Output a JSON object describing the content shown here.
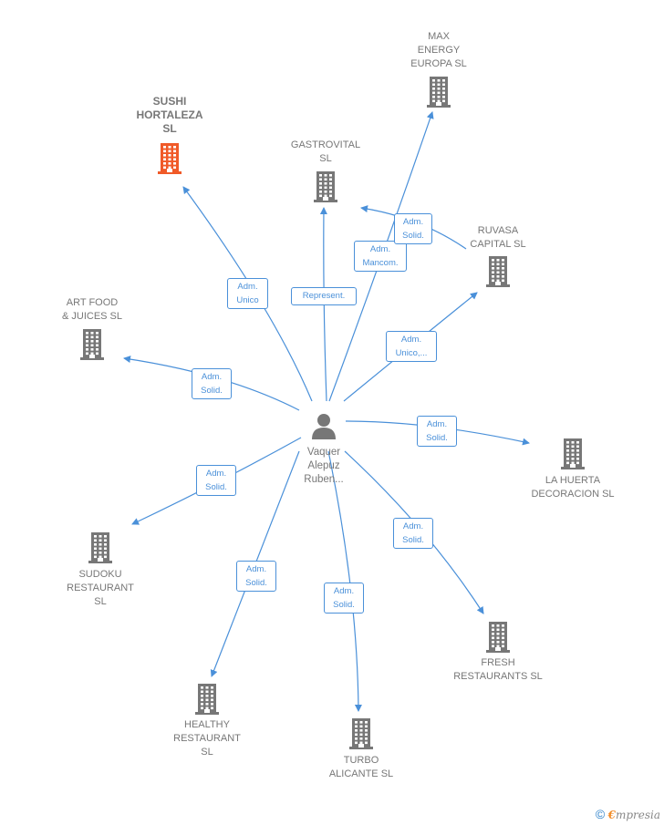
{
  "center": {
    "label": "Vaquer\nAlepuz\nRuben..."
  },
  "companies": [
    {
      "id": "sushi",
      "label": "SUSHI\nHORTALEZA\nSL",
      "highlight": true
    },
    {
      "id": "max",
      "label": "MAX\nENERGY\nEUROPA SL",
      "highlight": false
    },
    {
      "id": "gastro",
      "label": "GASTROVITAL\nSL",
      "highlight": false
    },
    {
      "id": "ruvasa",
      "label": "RUVASA\nCAPITAL  SL",
      "highlight": false
    },
    {
      "id": "artfood",
      "label": "ART FOOD\n& JUICES  SL",
      "highlight": false
    },
    {
      "id": "huerta",
      "label": "LA HUERTA\nDECORACION SL",
      "highlight": false
    },
    {
      "id": "sudoku",
      "label": "SUDOKU\nRESTAURANT\nSL",
      "highlight": false
    },
    {
      "id": "fresh",
      "label": "FRESH\nRESTAURANTS SL",
      "highlight": false
    },
    {
      "id": "healthy",
      "label": "HEALTHY\nRESTAURANT\nSL",
      "highlight": false
    },
    {
      "id": "turbo",
      "label": "TURBO\nALICANTE  SL",
      "highlight": false
    }
  ],
  "relations": [
    {
      "to": "sushi",
      "label": "Adm.\nUnico"
    },
    {
      "to": "gastro",
      "label": "Represent."
    },
    {
      "to": "max",
      "label": "Adm.\nMancom."
    },
    {
      "to": "gastro_from_ruvasa",
      "label": "Adm.\nSolid."
    },
    {
      "to": "ruvasa",
      "label": "Adm.\nUnico,..."
    },
    {
      "to": "artfood",
      "label": "Adm.\nSolid."
    },
    {
      "to": "huerta",
      "label": "Adm.\nSolid."
    },
    {
      "to": "sudoku",
      "label": "Adm.\nSolid."
    },
    {
      "to": "fresh",
      "label": "Adm.\nSolid."
    },
    {
      "to": "healthy",
      "label": "Adm.\nSolid."
    },
    {
      "to": "turbo",
      "label": "Adm.\nSolid."
    }
  ],
  "footer": {
    "copyright": "©",
    "brand_first": "€",
    "brand_rest": "mpresia"
  },
  "colors": {
    "edge": "#4a90d9",
    "building": "#777777",
    "highlight": "#f05a28"
  },
  "icons": {
    "company": "building-icon",
    "person": "person-icon"
  }
}
